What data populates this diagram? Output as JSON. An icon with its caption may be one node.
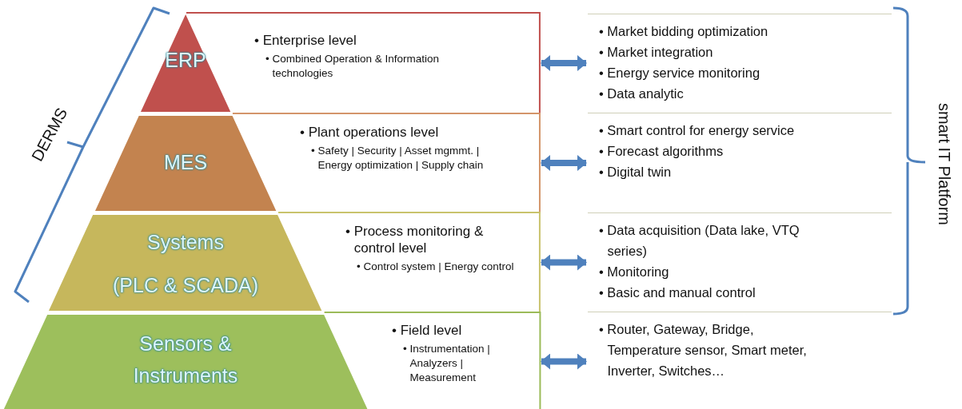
{
  "diagram": {
    "nodes": [
      {
        "text": [
          "ERP"
        ]
      },
      {
        "text": [
          "• Enterprise level",
          "• Combined Operation & Information technologies"
        ]
      },
      {
        "text": [
          "• Market bidding optimization",
          "• Market integration",
          "• Energy service monitoring",
          "• Data analytic"
        ]
      },
      {
        "text": [
          "MES"
        ]
      },
      {
        "text": [
          "• Plant operations level",
          "• Safety | Security | Asset mgmmt. | Energy optimization | Supply chain"
        ]
      },
      {
        "text": [
          "• Smart control for energy service",
          "• Forecast algorithms",
          "• Digital twin"
        ]
      },
      {
        "text": [
          "Systems",
          "(PLC & SCADA)"
        ]
      },
      {
        "text": [
          "• Process monitoring & control level",
          "• Control system | Energy control"
        ]
      },
      {
        "text": [
          "• Data acquisition (Data lake, VTQ series)",
          "• Monitoring",
          "• Basic and manual control"
        ]
      },
      {
        "text": [
          "Sensors & Instruments"
        ]
      },
      {
        "text": [
          "• Field level",
          "• Instrumentation | Analyzers | Measurement"
        ]
      },
      {
        "text": [
          "• Router, Gateway, Bridge, Temperature sensor, Smart meter, Inverter, Switches…"
        ]
      }
    ],
    "edges": [
      {
        "from": 1,
        "to": 2,
        "arrow": "both"
      },
      {
        "from": 4,
        "to": 5,
        "arrow": "both"
      },
      {
        "from": 7,
        "to": 8,
        "arrow": "both"
      },
      {
        "from": 10,
        "to": 11,
        "arrow": "both"
      }
    ],
    "labels": [
      "DERMS",
      "smart IT Platform"
    ]
  }
}
